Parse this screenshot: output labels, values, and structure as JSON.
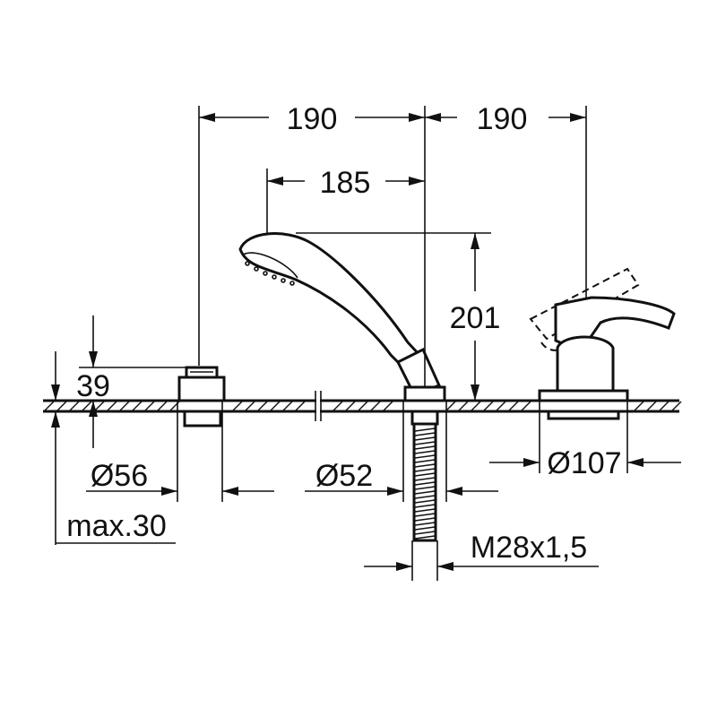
{
  "dimensions": {
    "width_left": "190",
    "width_right": "190",
    "hand_shower_offset": "185",
    "hand_shower_height": "201",
    "body_height": "39",
    "diameter_left": "Ø56",
    "diameter_middle": "Ø52",
    "diameter_right": "Ø107",
    "max_deck_thickness": "max.30",
    "thread": "M28x1,5"
  }
}
